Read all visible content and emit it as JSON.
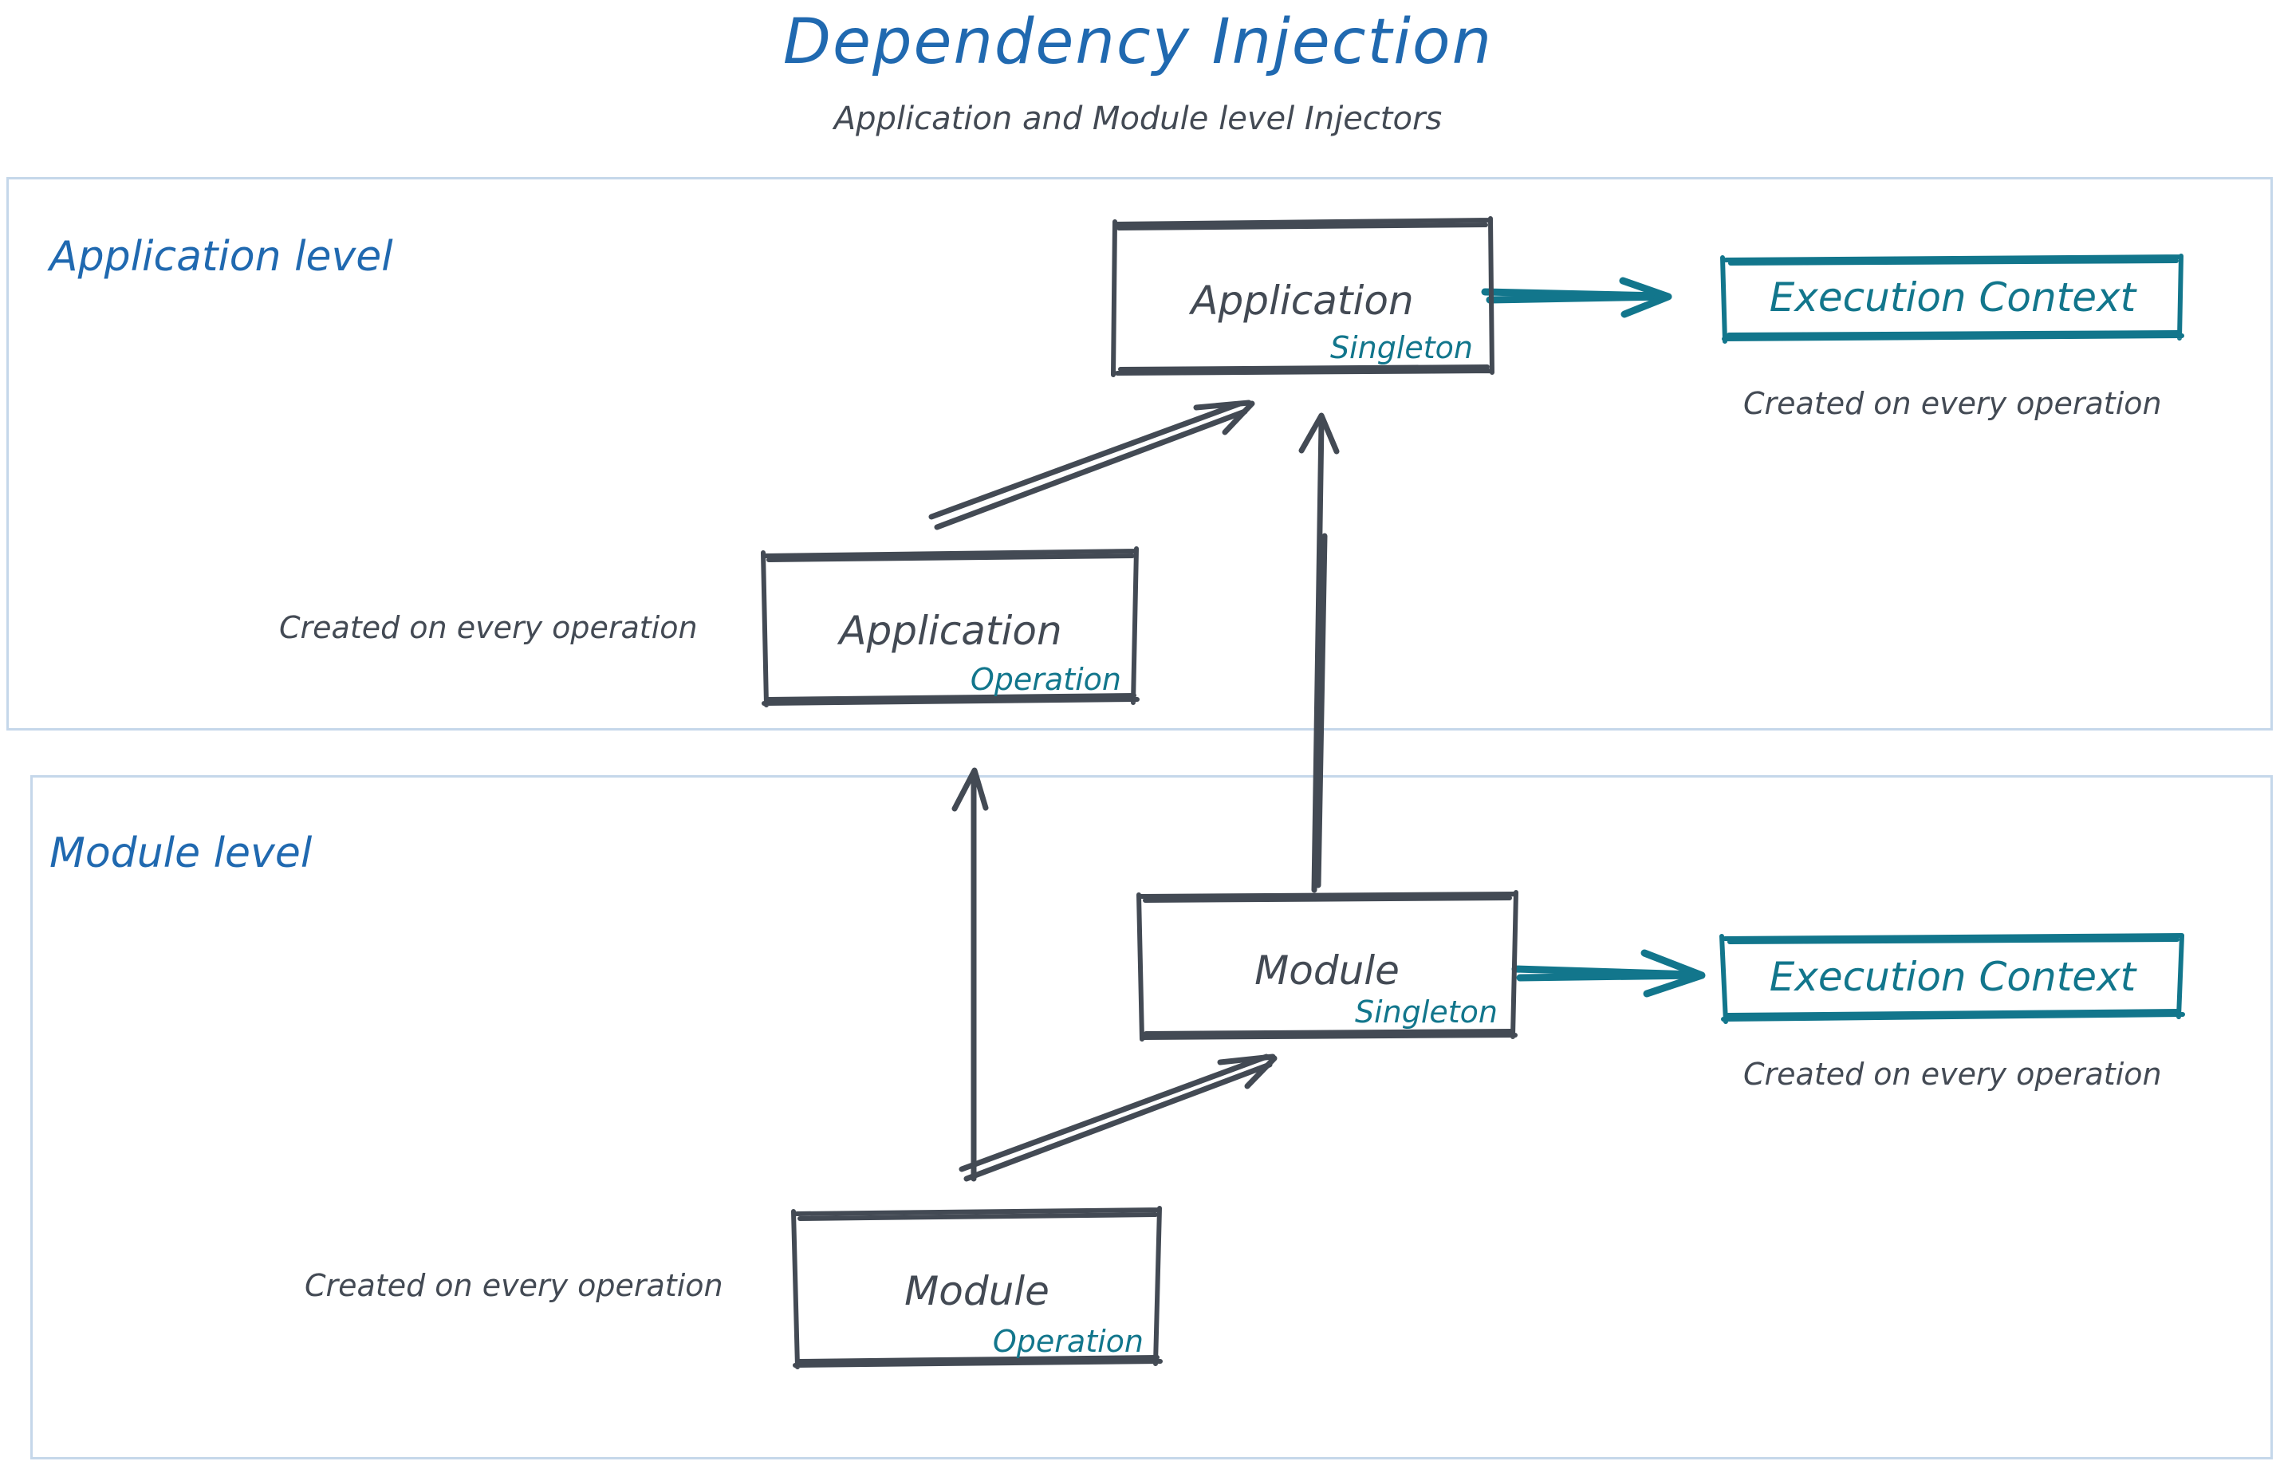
{
  "header": {
    "title": "Dependency Injection",
    "subtitle": "Application and Module level Injectors"
  },
  "colors": {
    "title_blue": "#2069b0",
    "ink_dark": "#434a54",
    "accent_teal": "#12768c",
    "container_border": "#c5d7ea",
    "background": "#ffffff"
  },
  "levels": [
    {
      "id": "application",
      "label": "Application level"
    },
    {
      "id": "module",
      "label": "Module level"
    }
  ],
  "nodes": {
    "app_singleton": {
      "title": "Application",
      "scope": "Singleton"
    },
    "app_operation": {
      "title": "Application",
      "scope": "Operation"
    },
    "mod_singleton": {
      "title": "Module",
      "scope": "Singleton"
    },
    "mod_operation": {
      "title": "Module",
      "scope": "Operation"
    },
    "exec_context_top": {
      "title": "Execution Context"
    },
    "exec_context_bottom": {
      "title": "Execution Context"
    }
  },
  "captions": {
    "exec_top": "Created on every operation",
    "exec_bottom": "Created on every operation",
    "app_operation": "Created on every operation",
    "mod_operation": "Created on every operation"
  },
  "connections": [
    {
      "from": "app_operation",
      "to": "app_singleton",
      "style": "diagonal-arrow",
      "color": "#434a54"
    },
    {
      "from": "app_singleton",
      "to": "exec_context_top",
      "style": "horizontal-arrow",
      "color": "#12768c"
    },
    {
      "from": "mod_singleton",
      "to": "app_singleton",
      "style": "vertical-arrow",
      "color": "#434a54"
    },
    {
      "from": "mod_operation",
      "to": "app_operation",
      "style": "vertical-arrow",
      "color": "#434a54"
    },
    {
      "from": "mod_operation",
      "to": "mod_singleton",
      "style": "diagonal-arrow",
      "color": "#434a54"
    },
    {
      "from": "mod_singleton",
      "to": "exec_context_bottom",
      "style": "horizontal-arrow",
      "color": "#12768c"
    }
  ]
}
